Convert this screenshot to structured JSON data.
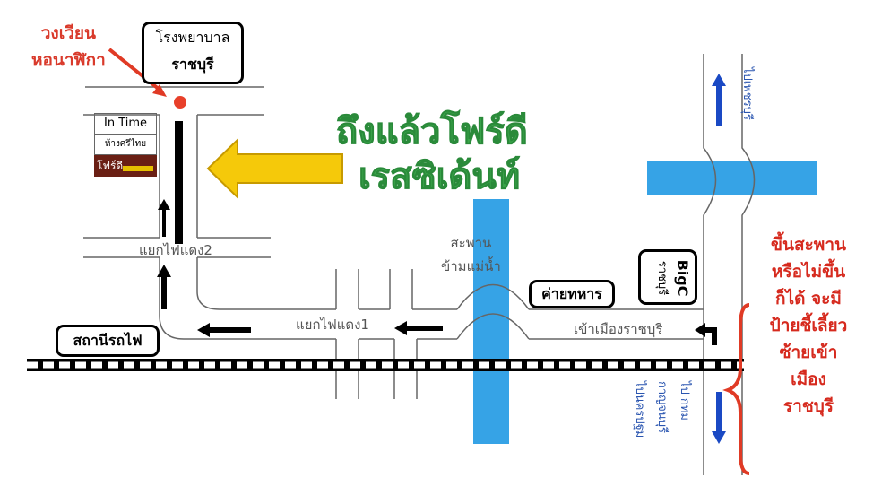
{
  "labels": {
    "roundabout": [
      "วงเวียน",
      "หอนาฬิกา"
    ],
    "hospital": [
      "โรงพยาบาล",
      "ราชบุรี"
    ],
    "in_time": "In Time",
    "sri_thai": "ห้างศรีไทย",
    "fourd_logo": "โฟร์ดี",
    "arrived": [
      "ถึงแล้วโฟร์ดี",
      "เรสซิเด้นท์"
    ],
    "junction2": "แยกไฟแดง2",
    "junction1": "แยกไฟแดง1",
    "bridge": [
      "สะพาน",
      "ข้ามแม่น้ำ"
    ],
    "army_camp": "ค่ายทหาร",
    "enter_city": "เข้าเมืองราชบุรี",
    "bigc": [
      "BigC",
      "ราชบุรี"
    ],
    "train_station": "สถานีรถไฟ",
    "to_phetchaburi": "ไปเพชรบุรี",
    "to_bangkok": "ไป กทม",
    "to_kanchanaburi": "กาญจนบุรี",
    "to_nakhonpathom": "ไปนครปฐม",
    "note": [
      "ขึ้นสะพาน",
      "หรือไม่ขึ้น",
      "ก็ได้ จะมี",
      "ป้ายชี้เลี้ยว",
      "ซ้ายเข้า",
      "เมือง",
      "ราชบุรี"
    ]
  },
  "colors": {
    "river": "#36a3e6",
    "red_label": "#d93a2b",
    "green_title": "#3aa54a",
    "direction_arrow": "#1a49c4",
    "highlight_arrow": "#f2c200"
  }
}
